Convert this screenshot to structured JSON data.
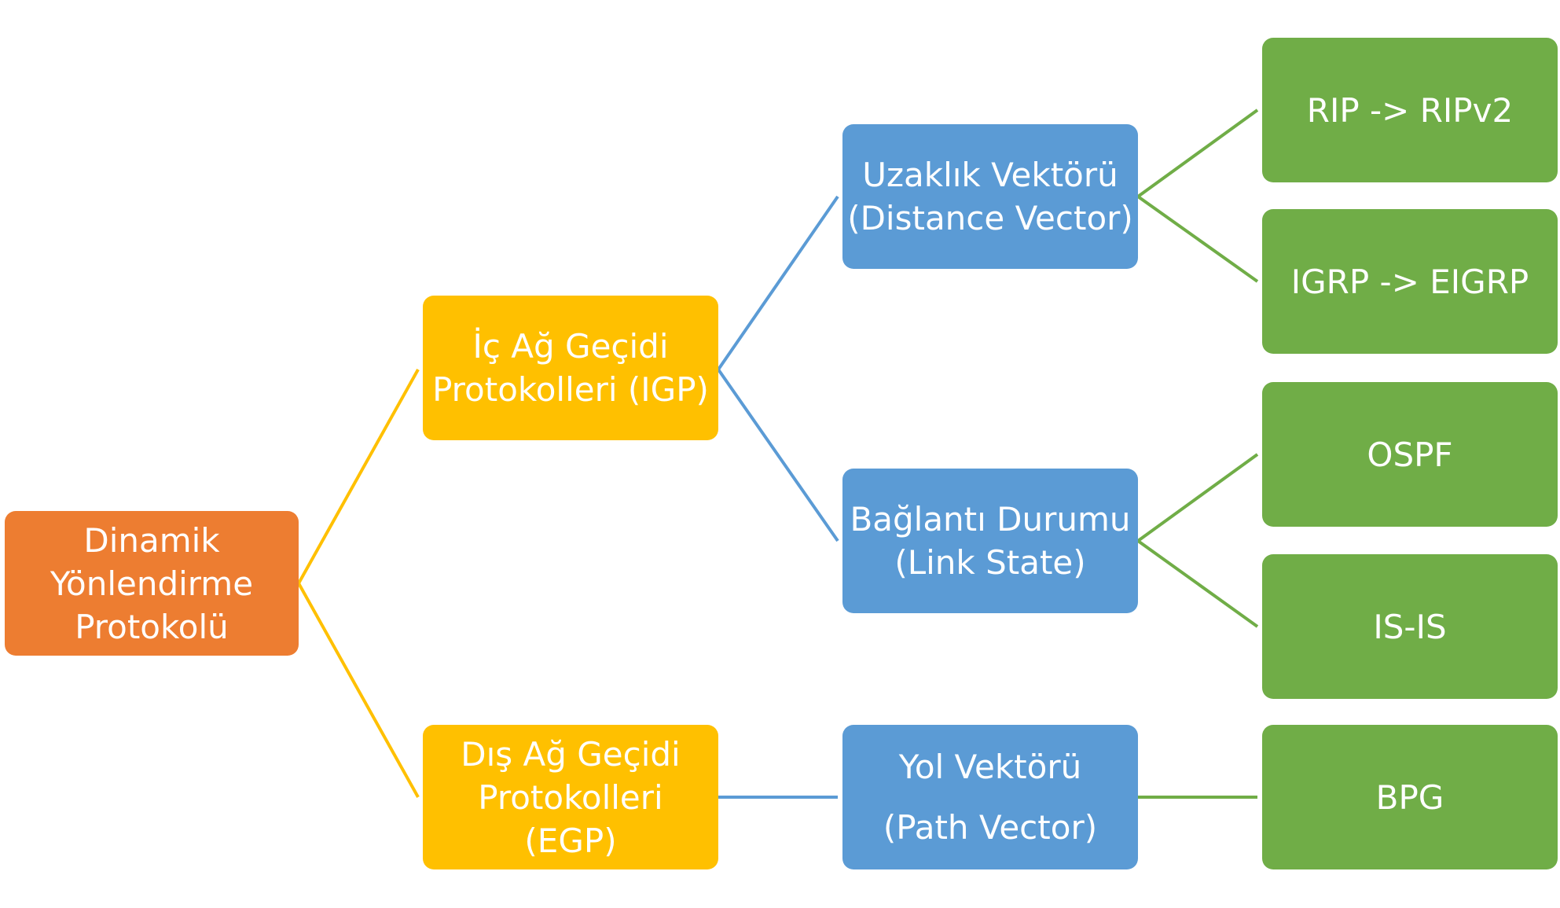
{
  "colors": {
    "root": "#ED7D31",
    "protocol_class": "#FFC000",
    "algorithm_type": "#5B9BD5",
    "protocol": "#70AD47",
    "background": "#FFFFFF",
    "text": "#FFFFFF"
  },
  "nodes": {
    "root": {
      "lines": [
        "Dinamik",
        "Yönlendirme",
        "Protokolü"
      ]
    },
    "igp": {
      "lines": [
        "İç Ağ Geçidi",
        "Protokolleri (IGP)"
      ]
    },
    "egp": {
      "lines": [
        "Dış Ağ Geçidi",
        "Protokolleri",
        "(EGP)"
      ]
    },
    "distance_vector": {
      "lines": [
        "Uzaklık Vektörü",
        "(Distance Vector)"
      ]
    },
    "link_state": {
      "lines": [
        "Bağlantı Durumu",
        "(Link State)"
      ]
    },
    "path_vector": {
      "lines": [
        "Yol Vektörü",
        "(Path Vector)"
      ]
    },
    "rip": {
      "lines": [
        "RIP -> RIPv2"
      ]
    },
    "igrp": {
      "lines": [
        "IGRP -> EIGRP"
      ]
    },
    "ospf": {
      "lines": [
        "OSPF"
      ]
    },
    "isis": {
      "lines": [
        "IS-IS"
      ]
    },
    "bpg": {
      "lines": [
        "BPG"
      ]
    }
  },
  "edges": [
    {
      "from": "root",
      "to": "igp"
    },
    {
      "from": "root",
      "to": "egp"
    },
    {
      "from": "igp",
      "to": "distance_vector"
    },
    {
      "from": "igp",
      "to": "link_state"
    },
    {
      "from": "egp",
      "to": "path_vector"
    },
    {
      "from": "distance_vector",
      "to": "rip"
    },
    {
      "from": "distance_vector",
      "to": "igrp"
    },
    {
      "from": "link_state",
      "to": "ospf"
    },
    {
      "from": "link_state",
      "to": "isis"
    },
    {
      "from": "path_vector",
      "to": "bpg"
    }
  ]
}
